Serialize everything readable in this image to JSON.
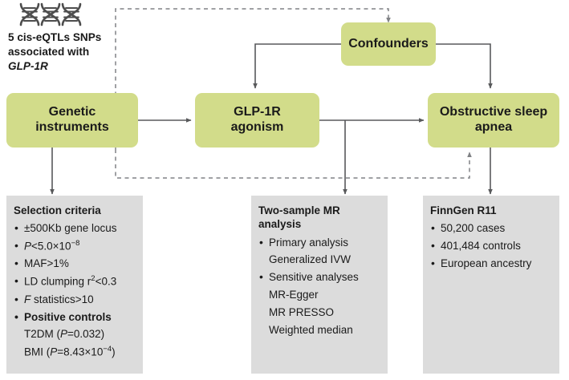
{
  "figure": {
    "title": "GLP-1R agonism and obstructive sleep apnea Mendelian randomization study design",
    "colors": {
      "exposure_box": "#d2dc8a",
      "detail_box": "#dcdcdc",
      "line": "#58595b",
      "text": "#1a1a1a"
    }
  },
  "instrument_caption": {
    "icon": "dna-helix-icon",
    "line1": "5 cis-eQTLs SNPs",
    "line2": "associated with",
    "gene": "GLP-1R"
  },
  "nodes": {
    "genetic_instruments": {
      "line1": "Genetic",
      "line2": "instruments"
    },
    "glp1r_agonism": {
      "line1": "GLP-1R",
      "line2": "agonism"
    },
    "confounders": {
      "line1": "Confounders"
    },
    "osa": {
      "line1": "Obstructive sleep",
      "line2": "apnea"
    }
  },
  "panels": {
    "selection": {
      "title": "Selection criteria",
      "items": [
        {
          "text": "±500Kb gene locus",
          "bullet": true
        },
        {
          "text": "P<5.0×10⁻⁸",
          "bullet": true,
          "italic_lead": "P"
        },
        {
          "text": "MAF>1%",
          "bullet": true
        },
        {
          "text": "LD clumping r²<0.3",
          "bullet": true
        },
        {
          "text": "F statistics>10",
          "bullet": true,
          "italic_lead": "F"
        },
        {
          "text": "Positive controls",
          "bullet": true,
          "strong": true
        },
        {
          "text": "T2DM (P=0.032)",
          "bullet": false
        },
        {
          "text": "BMI (P=8.43×10⁻⁴)",
          "bullet": false
        }
      ]
    },
    "mr": {
      "title_line1": "Two-sample MR",
      "title_line2": "analysis",
      "items": [
        {
          "text": "Primary analysis",
          "bullet": true
        },
        {
          "text": "Generalized IVW",
          "bullet": false
        },
        {
          "text": "Sensitive analyses",
          "bullet": true
        },
        {
          "text": "MR-Egger",
          "bullet": false
        },
        {
          "text": "MR PRESSO",
          "bullet": false
        },
        {
          "text": "Weighted median",
          "bullet": false
        }
      ]
    },
    "finngen": {
      "title": "FinnGen R11",
      "items": [
        {
          "text": "50,200 cases",
          "bullet": true
        },
        {
          "text": "401,484 controls",
          "bullet": true
        },
        {
          "text": "European ancestry",
          "bullet": true
        }
      ]
    }
  },
  "edges": [
    {
      "name": "instruments-to-agonism",
      "style": "solid",
      "arrow": true
    },
    {
      "name": "agonism-to-osa",
      "style": "solid",
      "arrow": true
    },
    {
      "name": "confounders-to-agonism",
      "style": "solid",
      "arrow": true
    },
    {
      "name": "confounders-to-osa",
      "style": "solid",
      "arrow": true
    },
    {
      "name": "instruments-to-confounders",
      "style": "dashed",
      "arrow": true
    },
    {
      "name": "instruments-to-osa-direct",
      "style": "dashed",
      "arrow": true
    },
    {
      "name": "instruments-to-selection-panel",
      "style": "solid",
      "arrow": true
    },
    {
      "name": "agonism-osa-link-to-mr-panel",
      "style": "solid",
      "arrow": true
    },
    {
      "name": "osa-to-finngen-panel",
      "style": "solid",
      "arrow": true
    }
  ]
}
